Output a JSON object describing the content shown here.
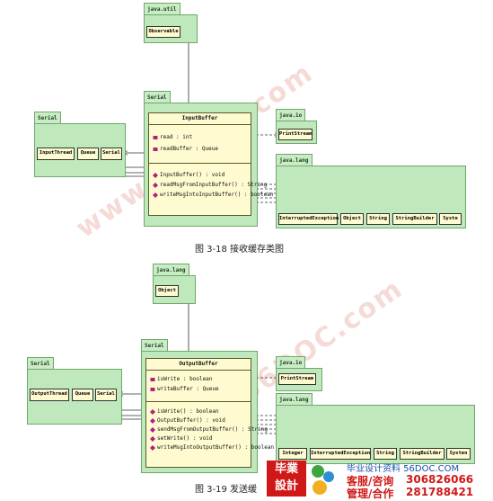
{
  "diagram1": {
    "pkg_java_util": "java.util",
    "observable": "Observable",
    "pkg_serial_left": "Serial",
    "pkg_serial_main": "Serial",
    "class_name": "InputBuffer",
    "attributes": [
      "read : int",
      "readBuffer : Queue"
    ],
    "operations": [
      "InputBuffer() : void",
      "readMsgFromInputBuffer() : String",
      "writeMsgIntoInputBuffer() : boolean"
    ],
    "left_classes": [
      "InputThread",
      "Queue",
      "Serial"
    ],
    "pkg_java_io": "java.io",
    "printstream": "PrintStream",
    "pkg_java_lang": "java.lang",
    "lang_classes": [
      "InterruptedException",
      "Object",
      "String",
      "StringBuilder",
      "Syste"
    ],
    "caption": "图 3-18  接收缓存类图"
  },
  "diagram2": {
    "pkg_java_lang_top": "java.lang",
    "object": "Object",
    "pkg_serial_left": "Serial",
    "pkg_serial_main": "Serial",
    "class_name": "OutputBuffer",
    "attributes": [
      "isWrite : boolean",
      "writeBuffer : Queue"
    ],
    "operations": [
      "isWrite() : boolean",
      "OutputBuffer() : void",
      "sendMsgFromOutputBuffer() : String",
      "setWrite() : void",
      "writeMsgIntoOutputBuffer() : boolean"
    ],
    "left_classes": [
      "OutputThread",
      "Queue",
      "Serial"
    ],
    "pkg_java_io": "java.io",
    "printstream": "PrintStream",
    "pkg_java_lang": "java.lang",
    "lang_classes": [
      "Integer",
      "InterruptedException",
      "String",
      "StringBuilder",
      "Systen"
    ],
    "caption": "图 3-19  发送缓"
  },
  "watermark": {
    "text1": "www.56DOC.com",
    "text2": "www.56DOC.com"
  },
  "ad": {
    "logo_line1": "毕業",
    "logo_line2": "設計",
    "slogan": "毕业设计资料 56DOC.COM",
    "label1": "客服/咨询",
    "phone1": "306826066",
    "label2": "管理/合作",
    "phone2": "281788421"
  },
  "colors": {
    "package": "#bfe8bc",
    "class_fill": "#fffbd0",
    "watermark": "#e6968c",
    "ad_red": "#d01818",
    "ad_blue": "#1a4fa8"
  }
}
